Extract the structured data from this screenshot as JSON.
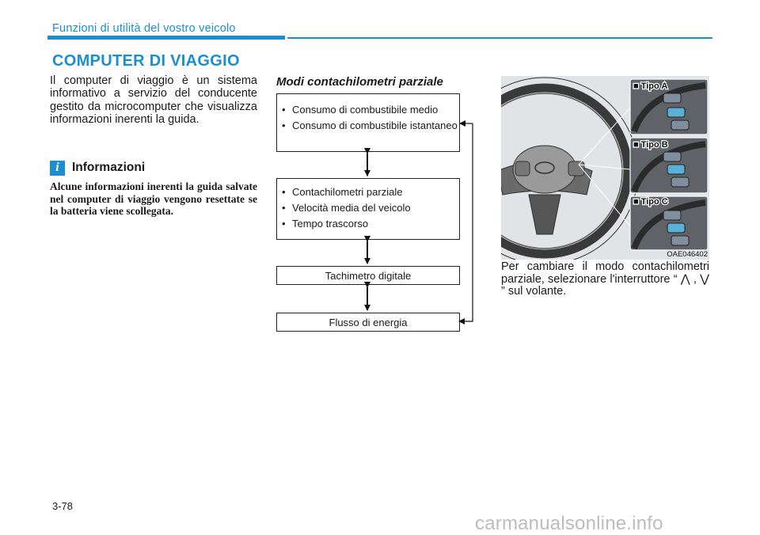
{
  "header": {
    "section_title": "Funzioni di utilità del vostro veicolo"
  },
  "main": {
    "heading": "COMPUTER DI VIAGGIO",
    "intro": "Il computer di viaggio è un sistema informativo a servizio del conducente gestito da microcomputer che visualizza informazioni inerenti la guida.",
    "info": {
      "icon": "info-icon",
      "icon_glyph": "i",
      "title": "Informazioni",
      "text": "Alcune informazioni inerenti la guida salvate nel computer di viaggio vengono resettate se la batteria viene scollegata."
    }
  },
  "modes": {
    "title": "Modi contachilometri parziale",
    "box1": [
      "Consumo di combustibile medio",
      "Consumo di combustibile istantaneo"
    ],
    "box2": [
      "Contachilometri parziale",
      "Velocità media del veicolo",
      "Tempo trascorso"
    ],
    "box3": "Tachimetro digitale",
    "box4": "Flusso di energia"
  },
  "illustration": {
    "type_a": "■ Tipo A",
    "type_b": "■ Tipo B",
    "type_c": "■ Tipo C",
    "code": "OAE046402"
  },
  "caption": "Per cambiare il modo contachilometri parziale, selezionare l'interruttore “ ⋀ , ⋁ ” sul volante.",
  "footer": {
    "page_number": "3-78",
    "watermark": "carmanualsonline.info"
  }
}
